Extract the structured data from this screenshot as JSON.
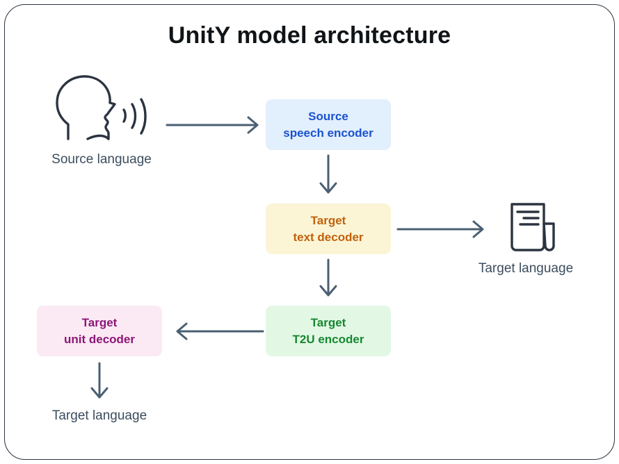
{
  "diagram": {
    "title": "UnitY model architecture",
    "border_color": "#2b3440",
    "background": "#ffffff",
    "arrow_color": "#4a5f73",
    "label_color": "#3b4d5e",
    "nodes": [
      {
        "id": "source-speech-encoder",
        "line1": "Source",
        "line2": "speech encoder",
        "fill": "#e2effc",
        "text_color": "#1a52d0"
      },
      {
        "id": "target-text-decoder",
        "line1": "Target",
        "line2": "text decoder",
        "fill": "#fbf5d6",
        "text_color": "#c2620c"
      },
      {
        "id": "target-t2u-encoder",
        "line1": "Target",
        "line2": "T2U encoder",
        "fill": "#e2f8e5",
        "text_color": "#17872f"
      },
      {
        "id": "target-unit-decoder",
        "line1": "Target",
        "line2": "unit decoder",
        "fill": "#fbe9f4",
        "text_color": "#8c1777"
      }
    ],
    "icons": [
      {
        "id": "speaking-head-icon",
        "label": "Source language"
      },
      {
        "id": "document-icon",
        "label": "Target language"
      }
    ],
    "labels": {
      "source_language": "Source language",
      "target_language_document": "Target language",
      "target_language_unit": "Target language"
    },
    "arrows": [
      {
        "id": "head-to-source-encoder",
        "direction": "right"
      },
      {
        "id": "source-encoder-to-text-decoder",
        "direction": "down"
      },
      {
        "id": "text-decoder-to-document",
        "direction": "right"
      },
      {
        "id": "text-decoder-to-t2u-encoder",
        "direction": "down"
      },
      {
        "id": "t2u-encoder-to-unit-decoder",
        "direction": "left"
      },
      {
        "id": "unit-decoder-to-target-language",
        "direction": "down"
      }
    ]
  }
}
